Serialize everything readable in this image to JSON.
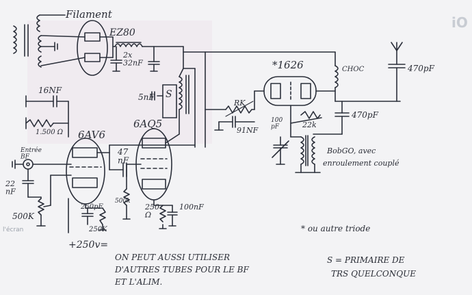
{
  "labels": {
    "filament": "Filament",
    "ez80": "EZ80",
    "cap_2x32": "2x\n32nF",
    "tube_6aq5": "6AQ5",
    "cap_5nf": "5nF",
    "s_mark": "S",
    "tube_6av6": "6AV6",
    "cap_16nf": "16NF",
    "res_1500": "1.500 Ω",
    "entree_bf": "Entrée\nBF",
    "cap_22nf": "22\nnF",
    "res_500k": "500K",
    "cap_250pf": "250pF",
    "res_250k": "250K",
    "cap_47nf": "47\nnF",
    "res_500k_b": "500k",
    "res_250": "250\nΩ",
    "cap_100nf": "100nF",
    "plus_250v": "+250v=",
    "note_bf_1": "ON PEUT AUSSI UTILISER",
    "note_bf_2": "D'AUTRES TUBES POUR LE BF",
    "note_bf_3": "ET L'ALIM.",
    "tube_1626": "*1626",
    "choke": "CHOC",
    "cap_470pf_top": "470pF",
    "cap_470pf_mid": "470pF",
    "res_rk": "RK",
    "cap_91nf": "91NF",
    "cap_100pf": "100\npF",
    "res_22k": "22k",
    "coil_note_1": "BobGO, avec",
    "coil_note_2": "enroulement couplé",
    "note_triode": "* ou autre triode",
    "note_s_1": "S = PRIMAIRE DE",
    "note_s_2": "TRS QUELCONQUE",
    "side_text": "l'écran",
    "corner_mark": "iO"
  },
  "colors": {
    "ink": "#2b2f3a",
    "paper": "#f3f3f5",
    "smudge": "#e9dfe6"
  }
}
